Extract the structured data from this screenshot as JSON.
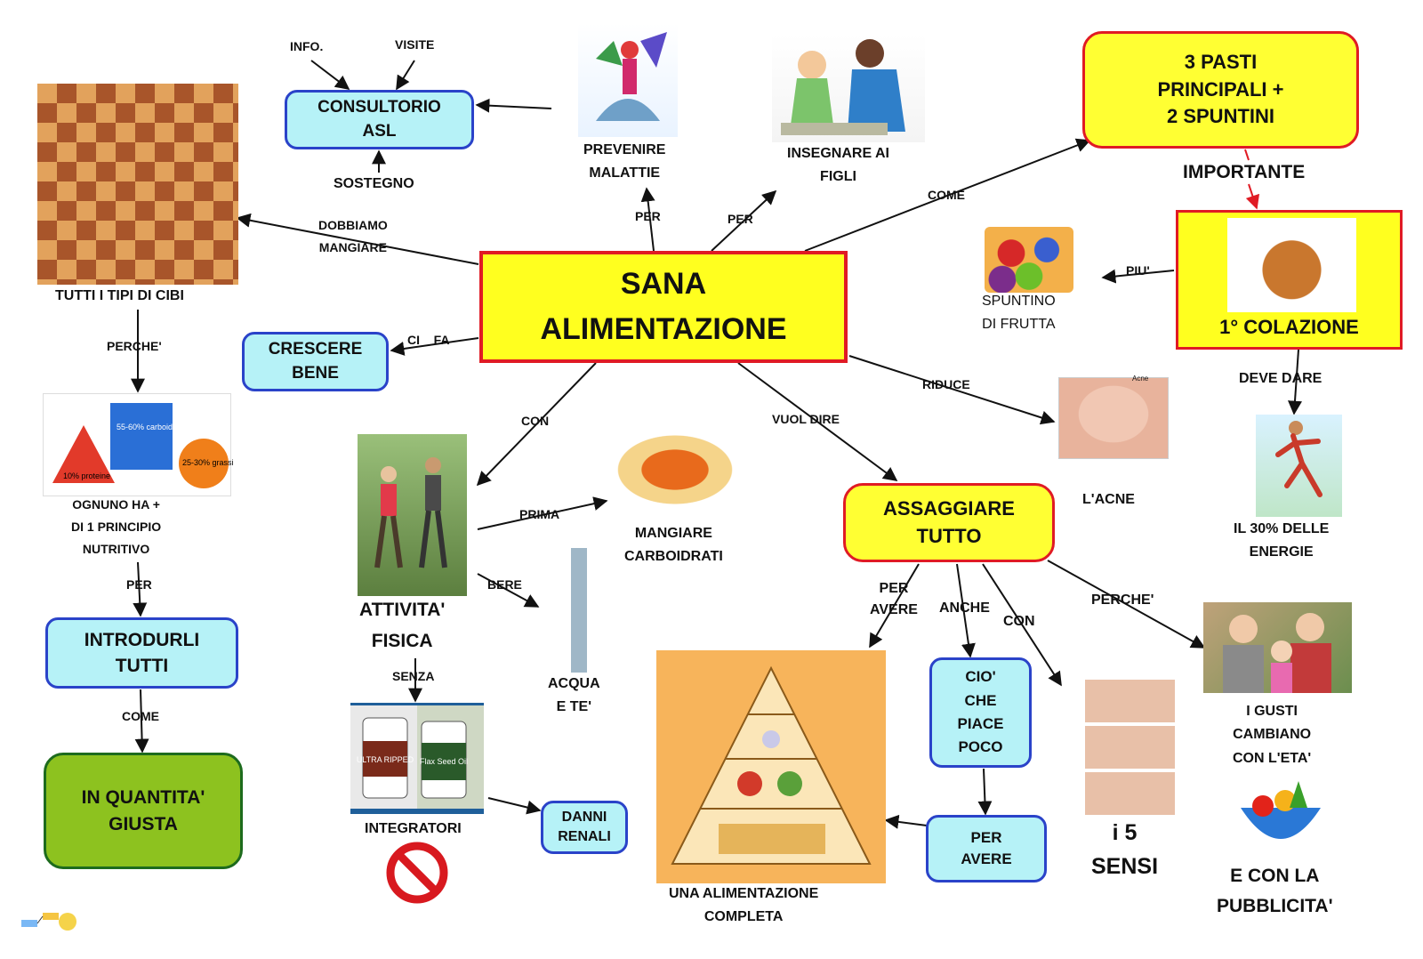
{
  "center": {
    "line1": "SANA",
    "line2": "ALIMENTAZIONE"
  },
  "boxes": {
    "consultorio": {
      "line1": "CONSULTORIO",
      "line2": "ASL"
    },
    "crescere": {
      "line1": "CRESCERE",
      "line2": "BENE"
    },
    "introdurli": {
      "line1": "INTRODURLI",
      "line2": "TUTTI"
    },
    "quantita": {
      "line1": "IN    QUANTITA'",
      "line2": "GIUSTA"
    },
    "pasti": {
      "line1": "3   PASTI",
      "line2": "PRINCIPALI    +",
      "line3": "2    SPUNTINI"
    },
    "colazione": "1°     COLAZIONE",
    "assaggiare": {
      "line1": "ASSAGGIARE",
      "line2": "TUTTO"
    },
    "cio": {
      "line1": "CIO'",
      "line2": "CHE",
      "line3": "PIACE",
      "line4": "POCO"
    },
    "per_avere": {
      "line1": "PER",
      "line2": "AVERE"
    },
    "danni": {
      "line1": "DANNI",
      "line2": "RENALI"
    }
  },
  "labels": {
    "info": "INFO.",
    "visite": "VISITE",
    "sostegno": "SOSTEGNO",
    "prevenire": {
      "line1": "PREVENIRE",
      "line2": "MALATTIE"
    },
    "insegnare": {
      "line1": "INSEGNARE     AI",
      "line2": "FIGLI"
    },
    "tutti_cibi": "TUTTI    I   TIPI    DI   CIBI",
    "dobbiamo": {
      "line1": "DOBBIAMO",
      "line2": "MANGIARE"
    },
    "perche1": "PERCHE'",
    "ognuno": {
      "line1": "OGNUNO      HA  +",
      "line2": "DI  1     PRINCIPIO",
      "line3": "NUTRITIVO"
    },
    "per1": "PER",
    "come1": "COME",
    "ci_fa": "CI  _ FA",
    "per2": "PER",
    "per3": "PER",
    "come2": "COME",
    "importante": "IMPORTANTE",
    "piu": "PIU'",
    "spuntino": {
      "line1": "SPUNTINO",
      "line2": "DI     FRUTTA"
    },
    "deve_dare": "DEVE      DARE",
    "energie": {
      "line1": "IL    30%     DELLE",
      "line2": "ENERGIE"
    },
    "riduce": "RIDUCE",
    "acne": "L'ACNE",
    "con1": "CON",
    "vuol_dire": "VUOL     DIRE",
    "prima": "PRIMA",
    "mangiare_carbo": {
      "line1": "MANGIARE",
      "line2": "CARBOIDRATI"
    },
    "bere": "BERE",
    "acqua": {
      "line1": "ACQUA",
      "line2": "E   TE'"
    },
    "attivita": {
      "line1": "ATTIVITA'",
      "line2": "FISICA"
    },
    "senza": "SENZA",
    "integratori": "INTEGRATORI",
    "per_avere2": {
      "line1": "PER",
      "line2": "AVERE"
    },
    "anche": "ANCHE",
    "con2": "CON",
    "perche2": "PERCHE'",
    "gusti": {
      "line1": "I   GUSTI",
      "line2": "CAMBIANO",
      "line3": "CON     L'ETA'"
    },
    "sensi": {
      "line1": "i  5",
      "line2": "SENSI"
    },
    "pubblicita": {
      "line1": "E    CON    LA",
      "line2": "PUBBLICITA'"
    },
    "alimentazione_completa": {
      "line1": "UNA      ALIMENTAZIONE",
      "line2": "COMPLETA"
    },
    "acne_tag": "Acne",
    "pills_label1": "ULTRA RIPPED",
    "pills_label2": "Flax Seed Oil",
    "nutri1": "55-60% carboidrati",
    "nutri2": "10% proteine",
    "nutri3": "25-30% grassi"
  },
  "colors": {
    "cyan_fill": "#b6f2f7",
    "cyan_border": "#2a43c9",
    "yellow_fill": "#ffff1f",
    "red_border": "#e01b24",
    "green_fill": "#8dc21f",
    "arrow": "#111111"
  },
  "icons": [
    "food-collage-image",
    "nutrition-pyramid-image",
    "prevention-illustration",
    "teacher-child-illustration",
    "fruit-image",
    "breakfast-image",
    "runner-image",
    "acne-face-image",
    "pasta-image",
    "walkers-image",
    "water-bottle-image",
    "supplements-image",
    "no-sign-icon",
    "food-pyramid-image",
    "senses-image",
    "family-image",
    "fruit-basket-image",
    "logo-icon"
  ]
}
